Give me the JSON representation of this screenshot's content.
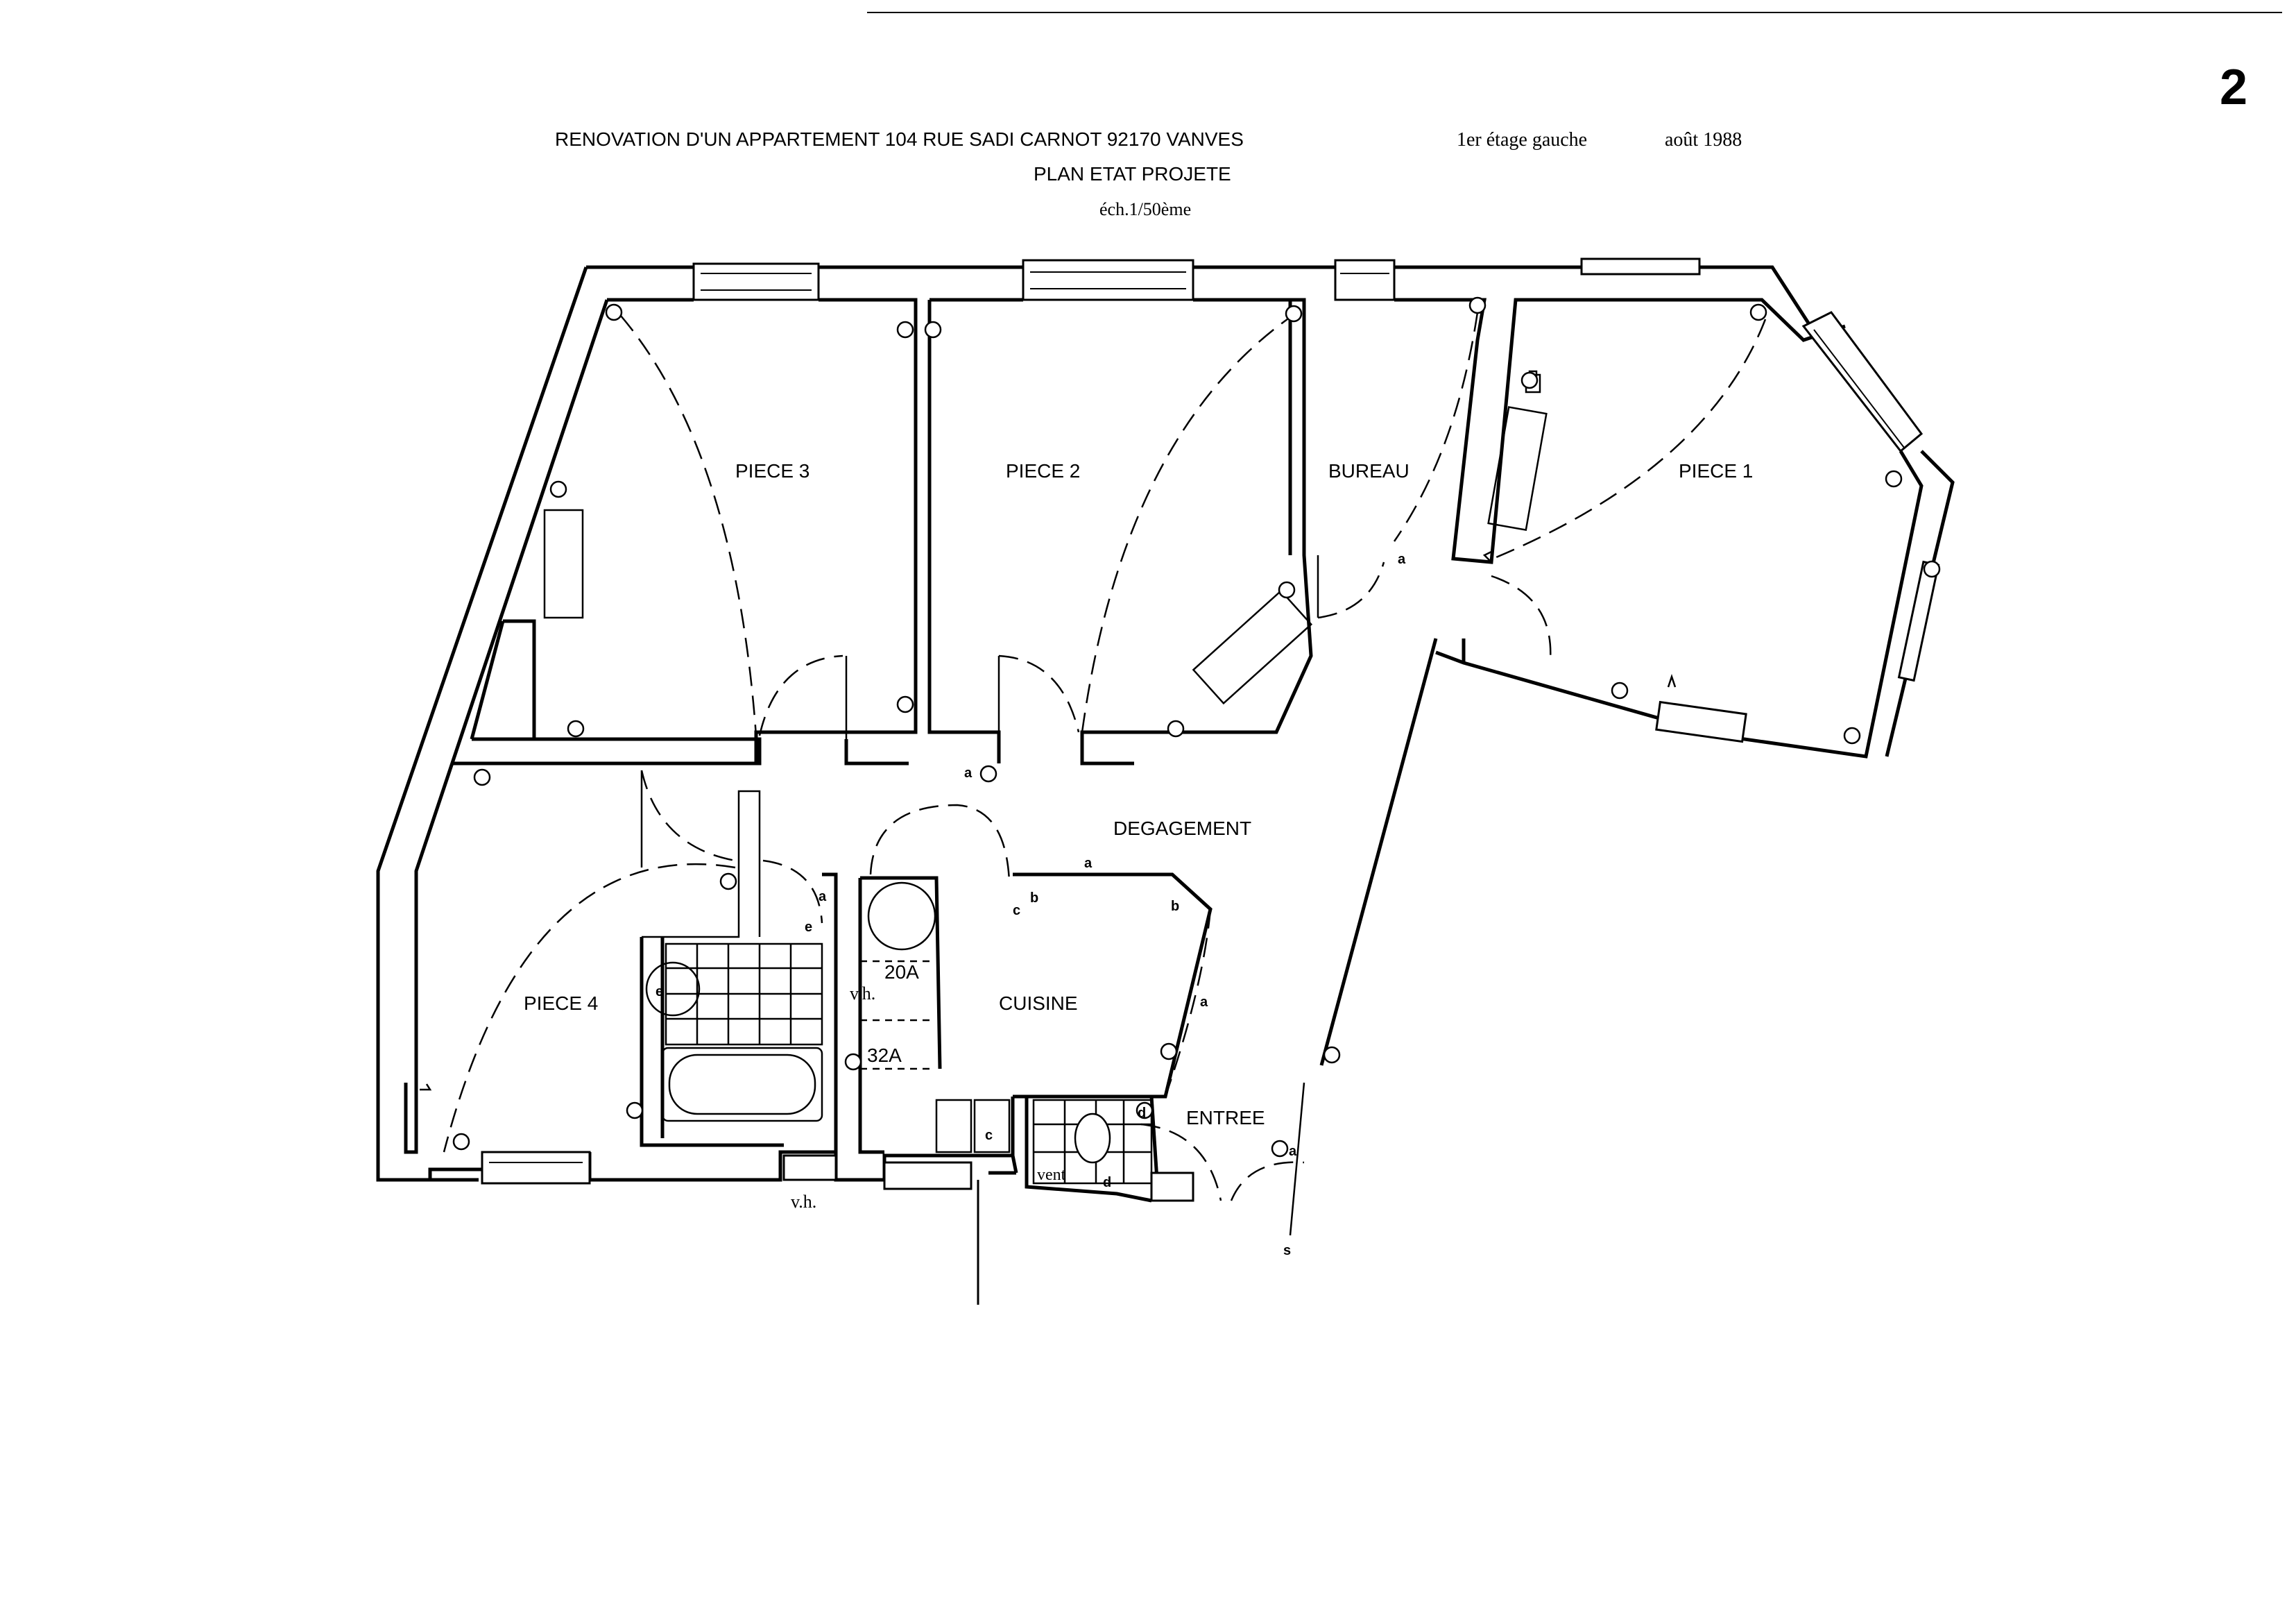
{
  "sheet_number": "2",
  "title": {
    "line1": "RENOVATION D'UN APPARTEMENT 104 RUE SADI CARNOT 92170 VANVES",
    "floor": "1er étage gauche",
    "date": "août 1988",
    "line2": "PLAN ETAT PROJETE",
    "scale": "éch.1/50ème"
  },
  "rooms": {
    "piece3": "PIECE 3",
    "piece2": "PIECE 2",
    "bureau": "BUREAU",
    "piece1": "PIECE 1",
    "piece4": "PIECE 4",
    "degagement": "DEGAGEMENT",
    "cuisine": "CUISINE",
    "entree": "ENTREE"
  },
  "annotations": {
    "fuse_20a": "20A",
    "fuse_32a": "32A",
    "vh_inside": "v.h.",
    "vh_outside": "v.h.",
    "vent": "vent",
    "mark_s": "s",
    "mark_a": "a",
    "mark_b": "b",
    "mark_c": "c",
    "mark_d": "d",
    "mark_e": "e"
  },
  "colors": {
    "ink": "#000000",
    "paper": "#ffffff"
  }
}
